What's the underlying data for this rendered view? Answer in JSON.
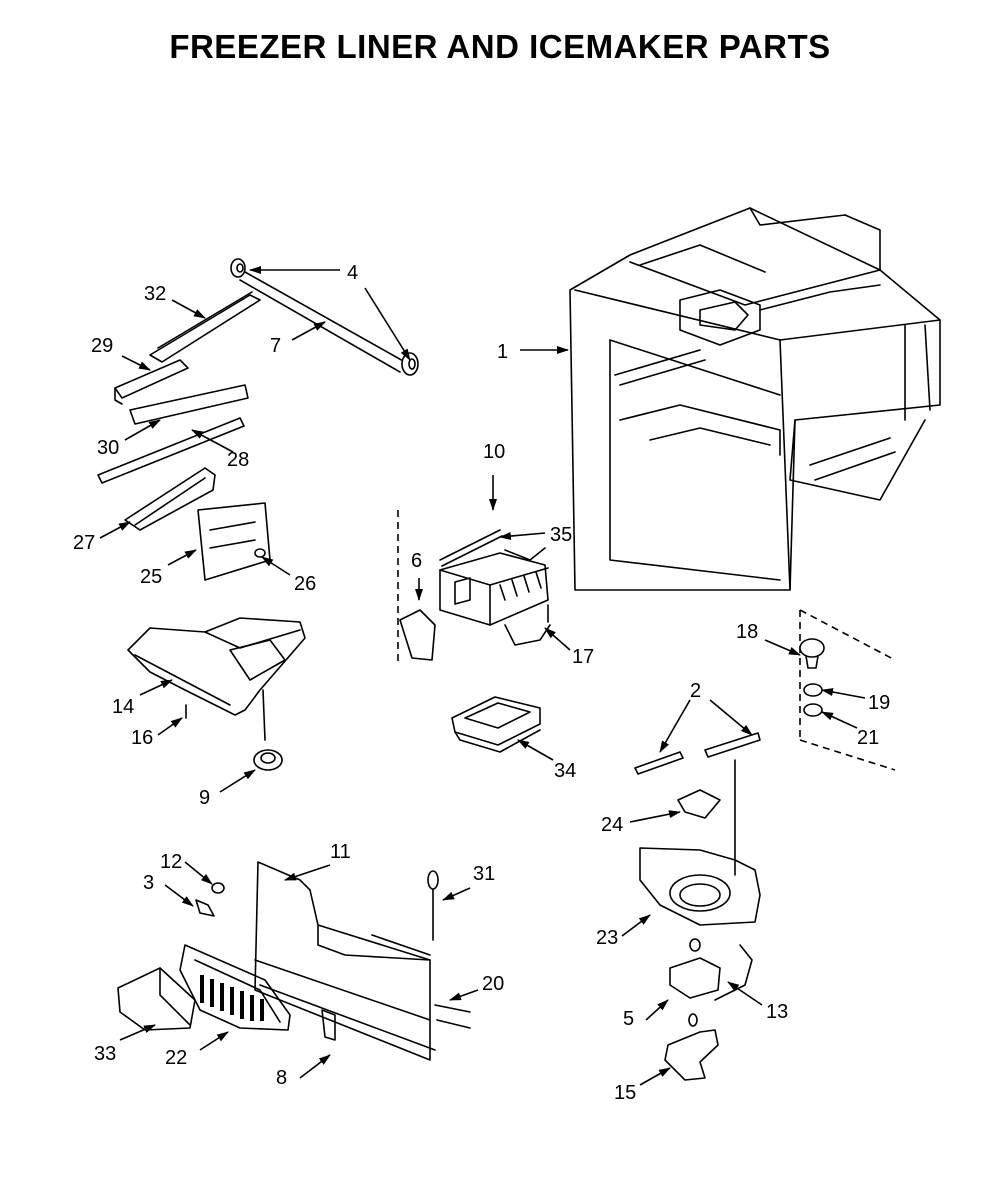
{
  "title": "FREEZER LINER AND ICEMAKER PARTS",
  "callouts": {
    "c1": "1",
    "c2": "2",
    "c3": "3",
    "c4": "4",
    "c5": "5",
    "c6": "6",
    "c7": "7",
    "c8": "8",
    "c9": "9",
    "c10": "10",
    "c11": "11",
    "c12": "12",
    "c13": "13",
    "c14": "14",
    "c15": "15",
    "c16": "16",
    "c17": "17",
    "c18": "18",
    "c19": "19",
    "c20": "20",
    "c21": "21",
    "c22": "22",
    "c23": "23",
    "c24": "24",
    "c25": "25",
    "c26": "26",
    "c27": "27",
    "c28": "28",
    "c29": "29",
    "c30": "30",
    "c31": "31",
    "c32": "32",
    "c33": "33",
    "c34": "34",
    "c35": "35"
  }
}
